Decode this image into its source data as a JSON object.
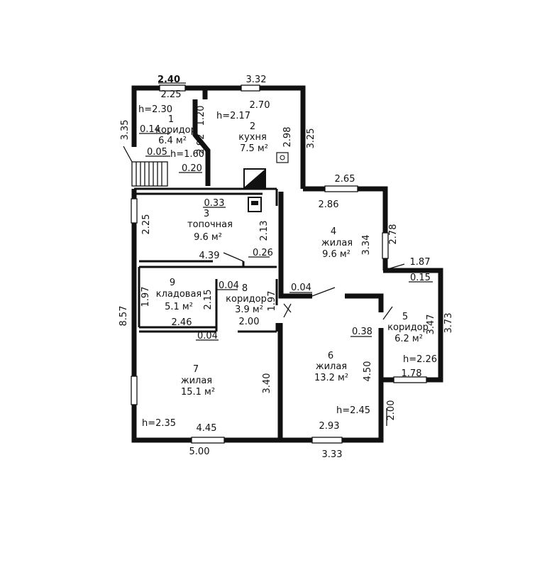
{
  "plan": {
    "rooms": [
      {
        "id": "r1",
        "number": "1",
        "name": "коридор",
        "area": "6.4  м²",
        "height": "h=2.30"
      },
      {
        "id": "r2",
        "number": "2",
        "name": "кухня",
        "area": "7.5  м²",
        "height": "h=2.17"
      },
      {
        "id": "r3",
        "number": "3",
        "name": "топочная",
        "area": "9.6  м²"
      },
      {
        "id": "r4",
        "number": "4",
        "name": "жилая",
        "area": "9.6  м²"
      },
      {
        "id": "r5",
        "number": "5",
        "name": "коридор",
        "area": "6.2  м²",
        "height": "h=2.26"
      },
      {
        "id": "r6",
        "number": "6",
        "name": "жилая",
        "area": "13.2  м²",
        "height": "h=2.45"
      },
      {
        "id": "r7",
        "number": "7",
        "name": "жилая",
        "area": "15.1  м²",
        "height": "h=2.35"
      },
      {
        "id": "r8",
        "number": "8",
        "name": "коридор",
        "area": "3.9  м²"
      },
      {
        "id": "r9",
        "number": "9",
        "name": "кладовая",
        "area": "5.1  м²"
      }
    ],
    "dimensions": {
      "top_240": "2.40",
      "top_225": "2.25",
      "top_332": "3.32",
      "top_270": "2.70",
      "d_335": "3.35",
      "d_014": "0.14",
      "d_120": "1.20",
      "d_292": "2.92",
      "d_005": "0.05",
      "h_160": "h=1.60",
      "d_020": "0.20",
      "d_298": "2.98",
      "d_325": "3.25",
      "d_265": "2.65",
      "d_286": "2.86",
      "d_033": "0.33",
      "d_225b": "2.25",
      "d_213": "2.13",
      "d_278": "2.78",
      "d_334": "3.34",
      "d_439": "4.39",
      "d_026": "0.26",
      "d_187": "1.87",
      "d_015": "0.15",
      "d_004a": "0.04",
      "d_197a": "1.97",
      "d_215": "2.15",
      "d_004b": "0.04",
      "d_197b": "1.97",
      "d_857": "8.57",
      "d_347": "3.47",
      "d_373": "3.73",
      "d_246": "2.46",
      "d_200a": "2.00",
      "d_038": "0.38",
      "d_004c": "0.04",
      "d_450": "4.50",
      "d_178": "1.78",
      "d_340": "3.40",
      "d_200b": "2.00",
      "d_293": "2.93",
      "d_445": "4.45",
      "d_500": "5.00",
      "d_333": "3.33"
    }
  }
}
